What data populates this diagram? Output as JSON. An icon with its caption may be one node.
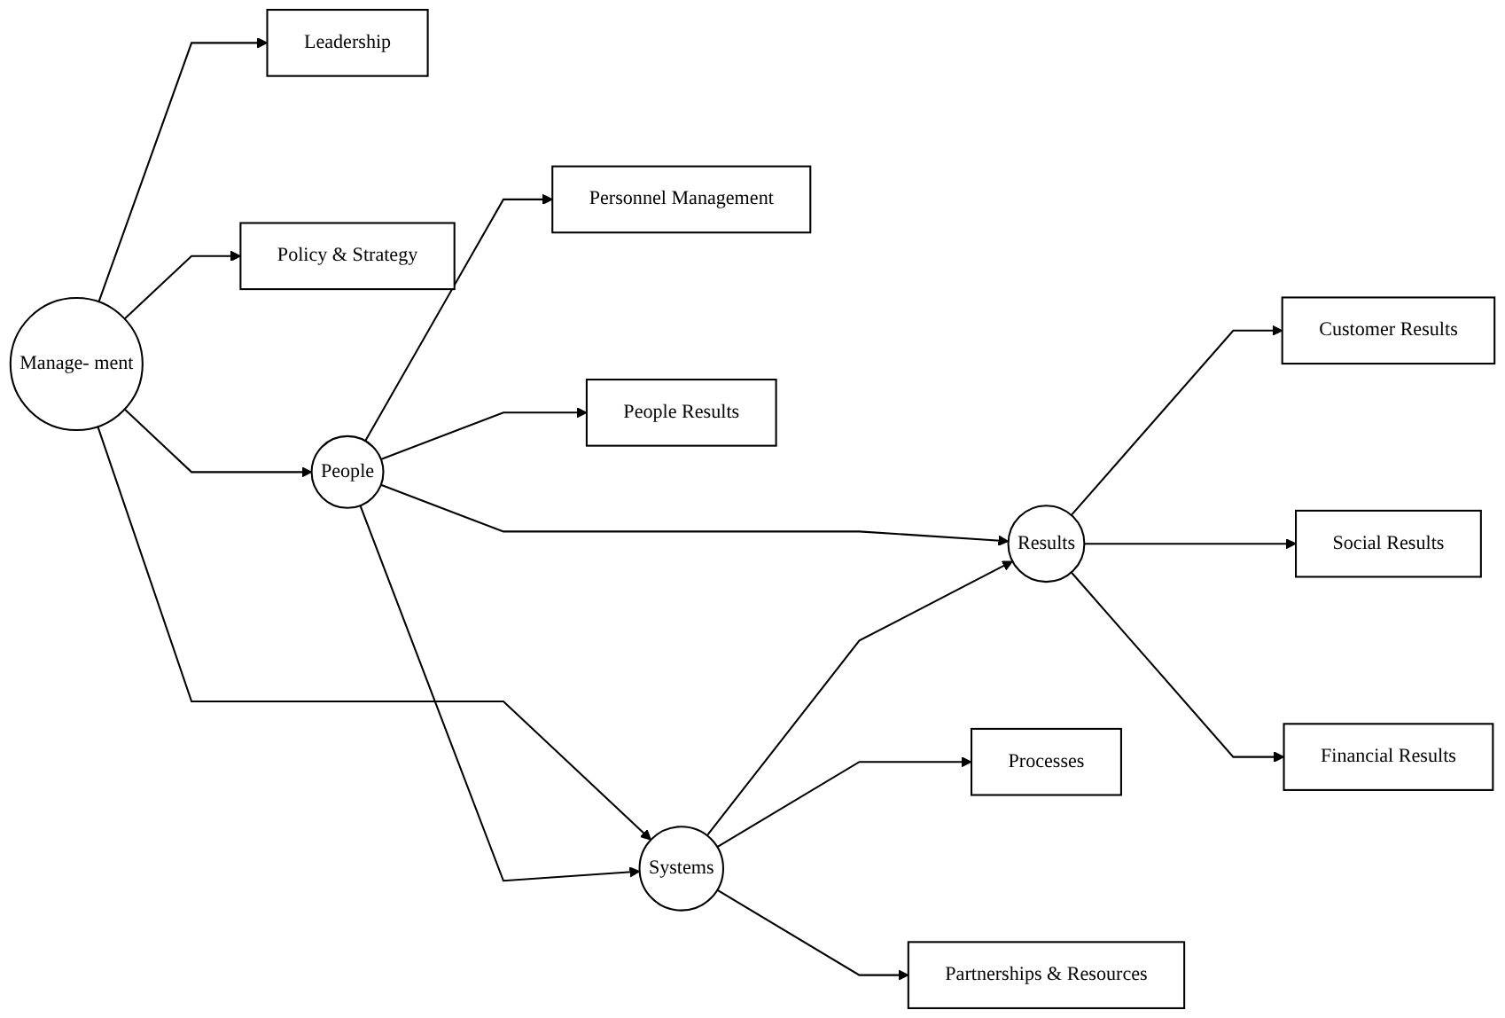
{
  "diagram": {
    "nodes": [
      {
        "text": [
          "People"
        ]
      },
      {
        "text": [
          "Personnel Management"
        ]
      },
      {
        "text": [
          "People Results"
        ]
      },
      {
        "text": [
          "Manage- ment"
        ]
      },
      {
        "text": [
          "Leadership"
        ]
      },
      {
        "text": [
          "Policy & Strategy"
        ]
      },
      {
        "text": [
          "Systems"
        ]
      },
      {
        "text": [
          "Processes"
        ]
      },
      {
        "text": [
          "Partnerships & Resources"
        ]
      },
      {
        "text": [
          "Results"
        ]
      },
      {
        "text": [
          "Customer Results"
        ]
      },
      {
        "text": [
          "Social Results"
        ]
      },
      {
        "text": [
          "Financial Results"
        ]
      }
    ],
    "edges": [
      {
        "from": 0,
        "to": 1,
        "arrow": "to"
      },
      {
        "from": 0,
        "to": 2,
        "arrow": "to"
      },
      {
        "from": 3,
        "to": 4,
        "arrow": "to"
      },
      {
        "from": 3,
        "to": 5,
        "arrow": "to"
      },
      {
        "from": 3,
        "to": 0,
        "arrow": "to"
      },
      {
        "from": 3,
        "to": 6,
        "arrow": "to"
      },
      {
        "from": 0,
        "to": 6,
        "arrow": "to"
      },
      {
        "from": 0,
        "to": 9,
        "arrow": "to"
      },
      {
        "from": 6,
        "to": 9,
        "arrow": "to"
      },
      {
        "from": 6,
        "to": 7,
        "arrow": "to"
      },
      {
        "from": 6,
        "to": 8,
        "arrow": "to"
      },
      {
        "from": 9,
        "to": 10,
        "arrow": "to"
      },
      {
        "from": 9,
        "to": 11,
        "arrow": "to"
      },
      {
        "from": 9,
        "to": 12,
        "arrow": "to"
      }
    ]
  }
}
